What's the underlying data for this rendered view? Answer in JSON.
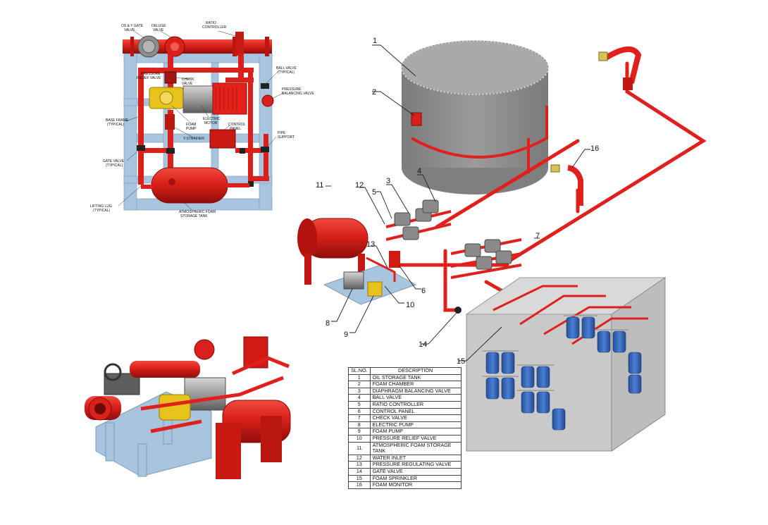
{
  "skid_diagram": {
    "labels": {
      "os_y_gate_valve": [
        "OS & Y GATE",
        "VALVE"
      ],
      "deluge_valve": [
        "DELUGE",
        "VALVE"
      ],
      "ratio_controller": [
        "RATIO",
        "CONTROLLER"
      ],
      "ball_valve": [
        "BALL VALVE",
        "(TYPICAL)"
      ],
      "pressure_relief_valve": [
        "PRESSURE",
        "RELIEF VALVE"
      ],
      "check_valve": [
        "CHECK",
        "VALVE"
      ],
      "pressure_balancing_valve": [
        "PRESSURE",
        "BALANCING VALVE"
      ],
      "base_frame": [
        "BASE FRAME",
        "(TYPICAL)"
      ],
      "foam_pump": [
        "FOAM",
        "PUMP"
      ],
      "electric_motor": [
        "ELECTRIC",
        "MOTOR"
      ],
      "control_panel": [
        "CONTROL",
        "PANEL"
      ],
      "y_strainer": [
        "Y-STRAINER"
      ],
      "pipe_support": [
        "PIPE",
        "SUPPORT"
      ],
      "gate_valve": [
        "GATE VALVE",
        "(TYPICAL)"
      ],
      "lifting_lug": [
        "LIFTING LUG",
        "(TYPICAL)"
      ],
      "atmospheric_foam_storage_tank": [
        "ATMOSPHERIC FOAM",
        "STORAGE TANK"
      ]
    }
  },
  "system_callouts": [
    "1",
    "2",
    "3",
    "4",
    "5",
    "6",
    "7",
    "8",
    "9",
    "10",
    "11",
    "12",
    "13",
    "14",
    "15",
    "16"
  ],
  "legend": {
    "headers": [
      "SL.NO.",
      "DESCRIPTION"
    ],
    "rows": [
      [
        "1",
        "OIL STORAGE TANK"
      ],
      [
        "2",
        "FOAM CHAMBER"
      ],
      [
        "3",
        "DIAPHRAGM BALANCING VALVE"
      ],
      [
        "4",
        "BALL VALVE"
      ],
      [
        "5",
        "RATIO CONTROLLER"
      ],
      [
        "6",
        "CONTROL PANEL"
      ],
      [
        "7",
        "CHECK VALVE"
      ],
      [
        "8",
        "ELECTRIC PUMP"
      ],
      [
        "9",
        "FOAM PUMP"
      ],
      [
        "10",
        "PRESSURE RELIEF VALVE"
      ],
      [
        "11",
        "ATMOSPHERIC FOAM STORAGE TANK"
      ],
      [
        "12",
        "WATER INLET"
      ],
      [
        "13",
        "PRESSURE REGULATING VALVE"
      ],
      [
        "14",
        "GATE VALVE"
      ],
      [
        "15",
        "FOAM SPRINKLER"
      ],
      [
        "16",
        "FOAM MONITOR"
      ]
    ]
  },
  "colors": {
    "pipe_red": "#e0201c",
    "frame_blue": "#a9c4de",
    "pump_yellow": "#e8c21c",
    "motor_grey": "#9a9a9a",
    "tank_grey": "#8c8c8c",
    "drum_blue": "#3b6fc4"
  }
}
